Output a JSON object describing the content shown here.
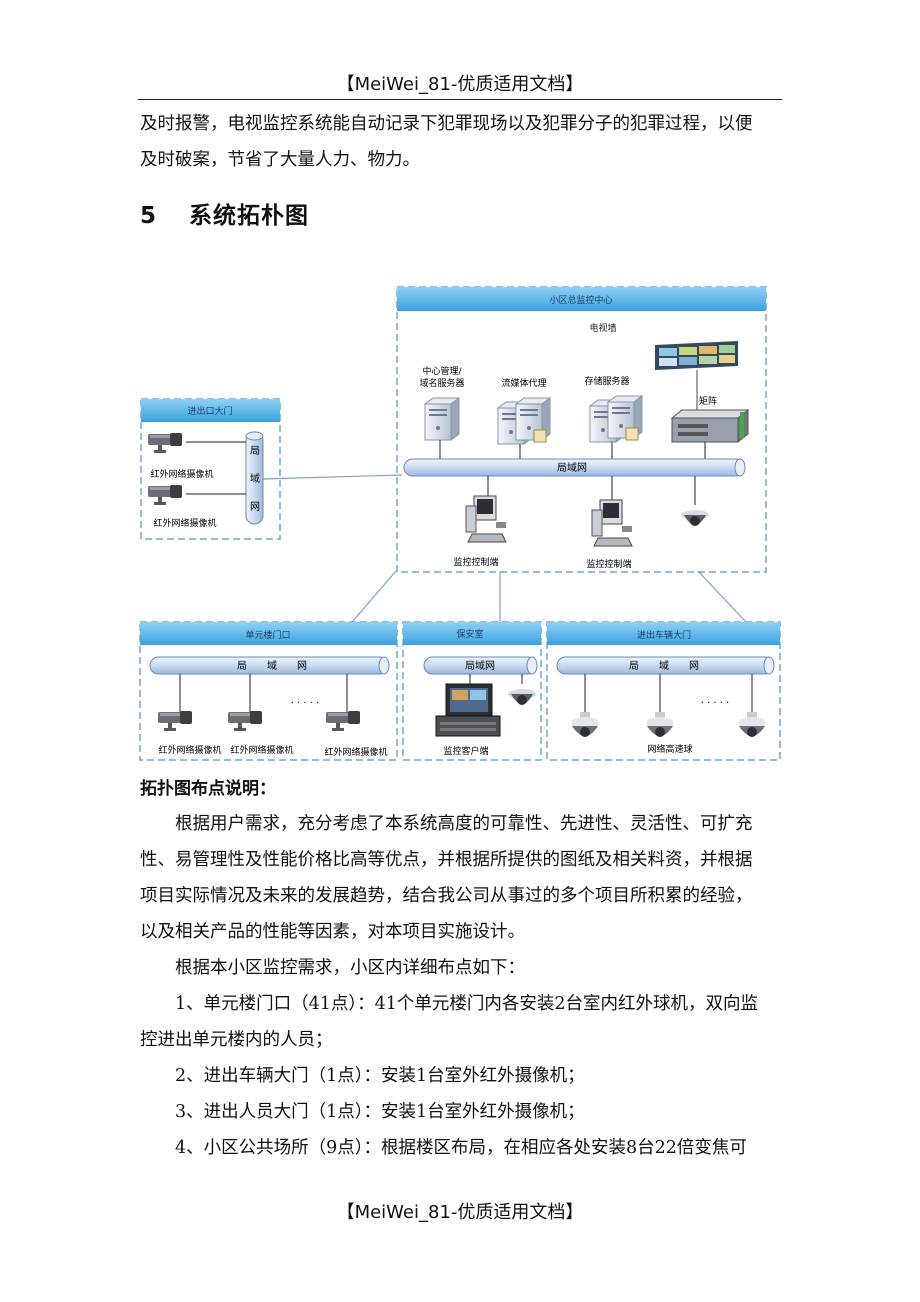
{
  "header": {
    "title": "【MeiWei_81-优质适用文档】"
  },
  "footer": {
    "title": "【MeiWei_81-优质适用文档】"
  },
  "intro": {
    "line1": "及时报警，电视监控系统能自动记录下犯罪现场以及犯罪分子的犯罪过程，以便",
    "line2": "及时破案，节省了大量人力、物力。"
  },
  "section": {
    "number": "5",
    "title": "系统拓朴图"
  },
  "diagram": {
    "center_title": "小区总监控中心",
    "video_wall": "电视墙",
    "server_mgmt_1": "中心管理/",
    "server_mgmt_2": "域名服务器",
    "server_stream": "流媒体代理",
    "server_storage": "存储服务器",
    "matrix": "矩阵",
    "lan_main": "局域网",
    "monitor_client_1": "监控控制端",
    "monitor_client_2": "监控控制端",
    "gate_title": "进出口大门",
    "gate_lan": [
      "局",
      "域",
      "网"
    ],
    "gate_cam_1": "红外网络摄像机",
    "gate_cam_2": "红外网络摄像机",
    "unit_title": "单元楼门口",
    "unit_lan": "局　　域　　网",
    "unit_cams": [
      "红外网络摄像机",
      "红外网络摄像机",
      "红外网络摄像机"
    ],
    "unit_dots": "· · · · ·",
    "security_title": "保安室",
    "security_lan": "局域网",
    "security_client": "监控客户端",
    "vehicle_title": "进出车辆大门",
    "vehicle_lan": "局　　域　　网",
    "vehicle_dots": "· · · · ·",
    "vehicle_cam": "网络高速球"
  },
  "subhead": "拓扑图布点说明：",
  "body": {
    "p1_l1": "根据用户需求，充分考虑了本系统高度的可靠性、先进性、灵活性、可扩充",
    "p1_l2": "性、易管理性及性能价格比高等优点，并根据所提供的图纸及相关料资，并根据",
    "p1_l3": "项目实际情况及未来的发展趋势，结合我公司从事过的多个项目所积累的经验，",
    "p1_l4": "以及相关产品的性能等因素，对本项目实施设计。",
    "p2": "根据本小区监控需求，小区内详细布点如下：",
    "item1_l1": "1、单元楼门口（41点）：41个单元楼门内各安装2台室内红外球机，双向监",
    "item1_l2": "控进出单元楼内的人员；",
    "item2": "2、进出车辆大门（1点）：安装1台室外红外摄像机；",
    "item3": "3、进出人员大门（1点）：安装1台室外红外摄像机；",
    "item4": "4、小区公共场所（9点）：根据楼区布局，在相应各处安装8台22倍变焦可"
  },
  "colors": {
    "title_bar": "#5fb7e8",
    "dash": "#6aa8d8",
    "lan_pipe": "#d7e6f7",
    "lan_line": "#6b89b8"
  }
}
